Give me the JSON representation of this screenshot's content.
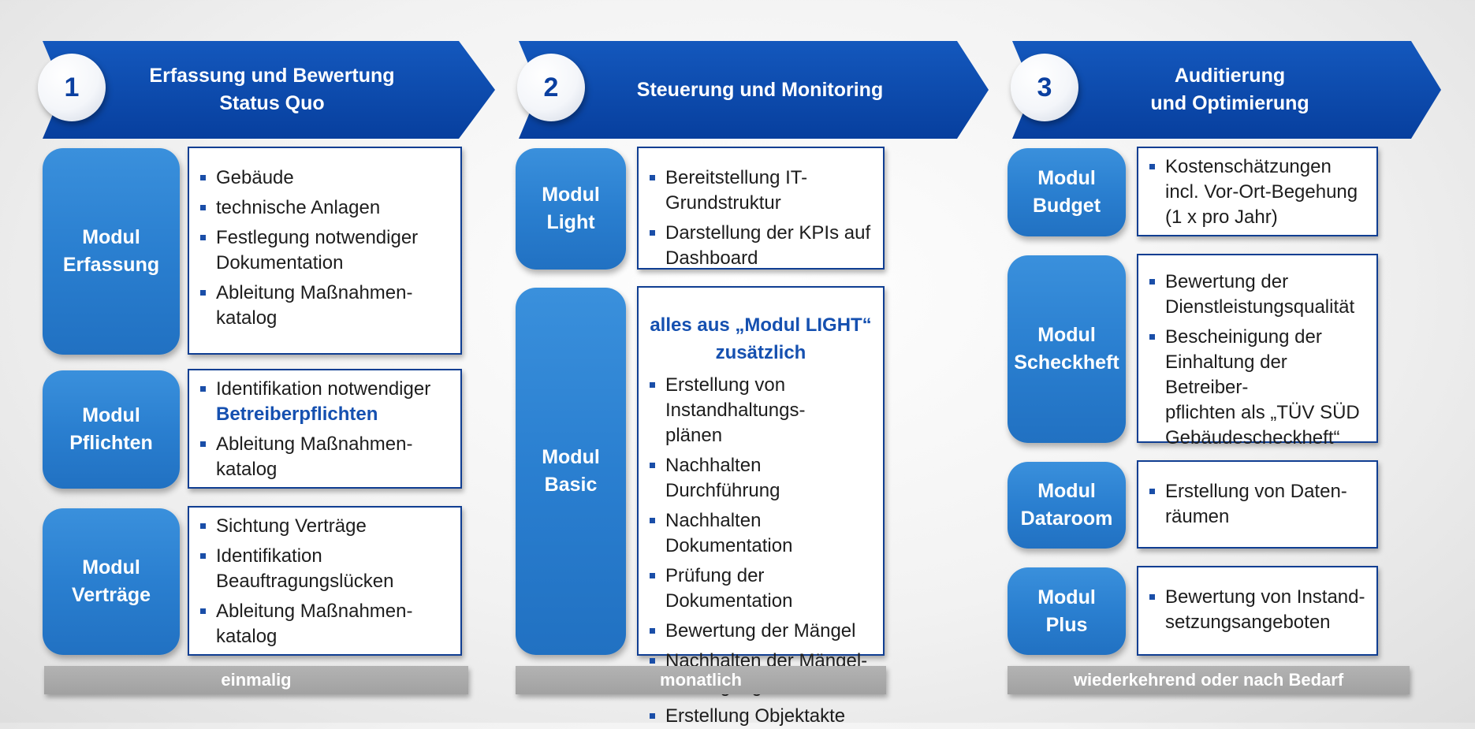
{
  "colors": {
    "arrow": "#0b4aad",
    "module": "#2a7fd0",
    "box_border": "#103e92",
    "footer": "#a8a8a8",
    "highlight": "#1550b0"
  },
  "columns": [
    {
      "number": "1",
      "title": "Erfassung und Bewertung\nStatus Quo",
      "footer": "einmalig",
      "modules": [
        {
          "label": "Modul\nErfassung",
          "items": [
            "Gebäude",
            "technische Anlagen",
            "Festlegung notwendiger\nDokumentation",
            "Ableitung Maßnahmen-\nkatalog"
          ]
        },
        {
          "label": "Modul\nPflichten",
          "items": [
            "Identifikation notwendiger",
            "Ableitung Maßnahmen-\nkatalog"
          ],
          "highlight": "Betreiberpflichten"
        },
        {
          "label": "Modul\nVerträge",
          "items": [
            "Sichtung Verträge",
            "Identifikation\nBeauftragungslücken",
            "Ableitung Maßnahmen-\nkatalog"
          ]
        }
      ]
    },
    {
      "number": "2",
      "title": "Steuerung und Monitoring",
      "footer": "monatlich",
      "modules": [
        {
          "label": "Modul\nLight",
          "items": [
            "Bereitstellung IT-Grundstruktur",
            "Darstellung der KPIs auf\nDashboard"
          ]
        },
        {
          "label": "Modul\nBasic",
          "intro": "alles aus „Modul LIGHT“\nzusätzlich",
          "items": [
            "Erstellung von Instandhaltungs-\nplänen",
            "Nachhalten Durchführung",
            "Nachhalten Dokumentation",
            "Prüfung der Dokumentation",
            "Bewertung der Mängel",
            "Nachhalten der Mängel-\nbeseitigung",
            "Erstellung Objektakte"
          ]
        }
      ]
    },
    {
      "number": "3",
      "title": "Auditierung\nund Optimierung",
      "footer": "wiederkehrend oder nach Bedarf",
      "modules": [
        {
          "label": "Modul\nBudget",
          "items": [
            "Kostenschätzungen\nincl. Vor-Ort-Begehung\n(1 x pro Jahr)"
          ]
        },
        {
          "label": "Modul\nScheckheft",
          "items": [
            "Bewertung der\nDienstleistungsqualität",
            "Bescheinigung der\nEinhaltung der Betreiber-\npflichten als „TÜV SÜD\nGebäudescheckheft“"
          ]
        },
        {
          "label": "Modul\nDataroom",
          "items": [
            "Erstellung von Daten-\nräumen"
          ]
        },
        {
          "label": "Modul\nPlus",
          "items": [
            "Bewertung von Instand-\nsetzungsangeboten"
          ]
        }
      ]
    }
  ]
}
